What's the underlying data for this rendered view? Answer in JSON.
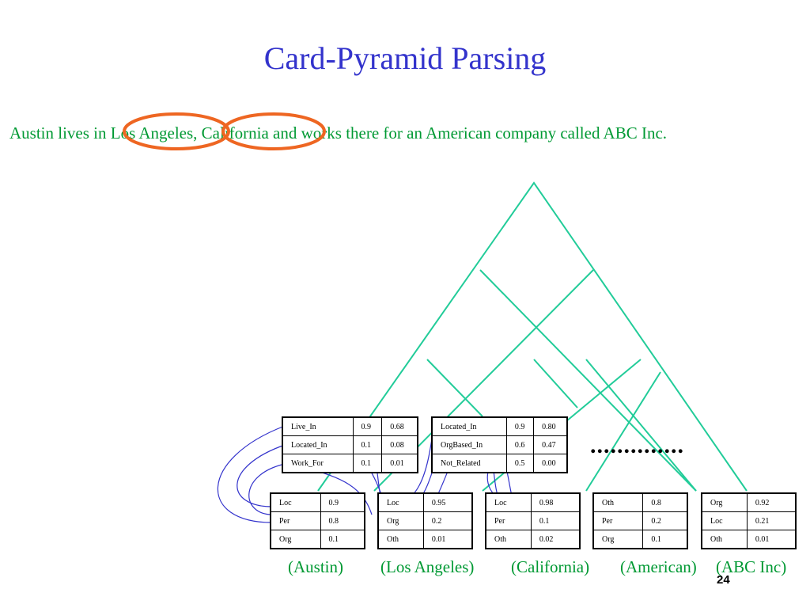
{
  "slide": {
    "title": "Card-Pyramid Parsing",
    "sentence": "Austin lives in Los Angeles, California and works there for an American company called ABC Inc.",
    "page_number": "24",
    "ellipsis": "..............",
    "colors": {
      "title": "#3333cc",
      "text": "#009933",
      "pyramid": "#22cc99",
      "highlight": "#ee6622",
      "links": "#3333cc"
    }
  },
  "relation_tables": [
    {
      "rows": [
        {
          "label": "Live_In",
          "v1": "0.9",
          "v2": "0.68"
        },
        {
          "label": "Located_In",
          "v1": "0.1",
          "v2": "0.08"
        },
        {
          "label": "Work_For",
          "v1": "0.1",
          "v2": "0.01"
        }
      ]
    },
    {
      "rows": [
        {
          "label": "Located_In",
          "v1": "0.9",
          "v2": "0.80"
        },
        {
          "label": "OrgBased_In",
          "v1": "0.6",
          "v2": "0.47"
        },
        {
          "label": "Not_Related",
          "v1": "0.5",
          "v2": "0.00"
        }
      ]
    }
  ],
  "entity_tables": [
    {
      "caption": "(Austin)",
      "rows": [
        {
          "label": "Loc",
          "v": "0.9"
        },
        {
          "label": "Per",
          "v": "0.8"
        },
        {
          "label": "Org",
          "v": "0.1"
        }
      ]
    },
    {
      "caption": "(Los Angeles)",
      "rows": [
        {
          "label": "Loc",
          "v": "0.95"
        },
        {
          "label": "Org",
          "v": "0.2"
        },
        {
          "label": "Oth",
          "v": "0.01"
        }
      ]
    },
    {
      "caption": "(California)",
      "rows": [
        {
          "label": "Loc",
          "v": "0.98"
        },
        {
          "label": "Per",
          "v": "0.1"
        },
        {
          "label": "Oth",
          "v": "0.02"
        }
      ]
    },
    {
      "caption": "(American)",
      "rows": [
        {
          "label": "Oth",
          "v": "0.8"
        },
        {
          "label": "Per",
          "v": "0.2"
        },
        {
          "label": "Org",
          "v": "0.1"
        }
      ]
    },
    {
      "caption": "(ABC Inc)",
      "rows": [
        {
          "label": "Org",
          "v": "0.92"
        },
        {
          "label": "Loc",
          "v": "0.21"
        },
        {
          "label": "Oth",
          "v": "0.01"
        }
      ]
    }
  ]
}
